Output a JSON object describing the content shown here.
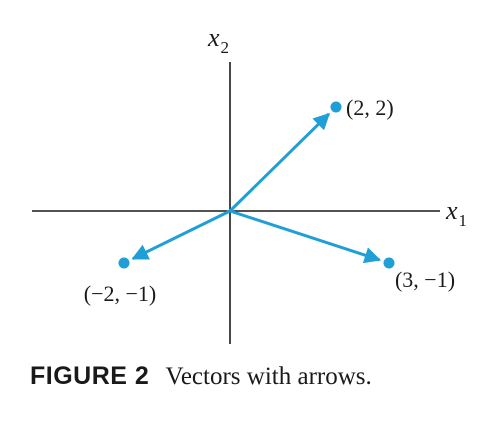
{
  "axes": {
    "x_label": "x",
    "x_sub": "1",
    "y_label": "x",
    "y_sub": "2"
  },
  "vectors": [
    {
      "x": 2,
      "y": 2,
      "label": "(2, 2)"
    },
    {
      "x": -2,
      "y": -1,
      "label": "(−2, −1)"
    },
    {
      "x": 3,
      "y": -1,
      "label": "(3, −1)"
    }
  ],
  "colors": {
    "vector": "#1f9fd6",
    "axis": "#1a1a1a"
  },
  "caption": {
    "label": "FIGURE 2",
    "text": "Vectors with arrows."
  }
}
